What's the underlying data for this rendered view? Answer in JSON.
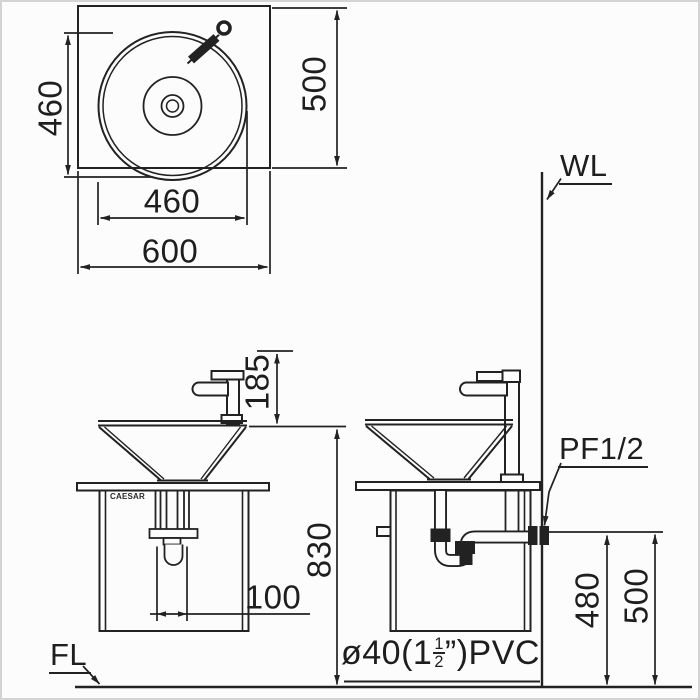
{
  "colors": {
    "line": "#222222",
    "background": "#fcfcfc",
    "frame": "#d4d4d4"
  },
  "top_view": {
    "counter_width": "600",
    "counter_depth": "500",
    "basin_diameter_horizontal": "460",
    "basin_diameter_vertical": "460"
  },
  "front_view": {
    "faucet_height_above_rim": "185",
    "rim_height_above_floor": "830",
    "drain_offset": "100",
    "brand_logo": "CAESAR",
    "floor_line_label": "FL"
  },
  "side_view": {
    "wall_line_label": "WL",
    "water_supply_label": "PF1/2",
    "drain_height": "480",
    "supply_height": "500",
    "drain_pipe_label": {
      "prefix": "ø40(1",
      "fraction_numerator": "1",
      "fraction_denominator": "2",
      "suffix": "”)PVC",
      "full_text": "ø40(1½”)PVC"
    }
  }
}
